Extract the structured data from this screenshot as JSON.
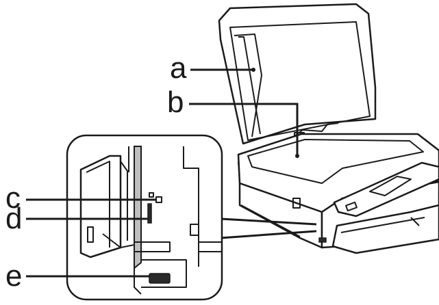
{
  "diagram": {
    "callouts": [
      {
        "id": "a",
        "label": "a",
        "target": "document-cover"
      },
      {
        "id": "b",
        "label": "b",
        "target": "scanner-glass"
      },
      {
        "id": "c",
        "label": "c",
        "target": "memory-card-access-light"
      },
      {
        "id": "d",
        "label": "d",
        "target": "memory-card-slot"
      },
      {
        "id": "e",
        "label": "e",
        "target": "usb-port"
      }
    ],
    "colors": {
      "line": "#1a1a1a",
      "body": "#ffffff",
      "shade": "#bfbfbf"
    }
  }
}
